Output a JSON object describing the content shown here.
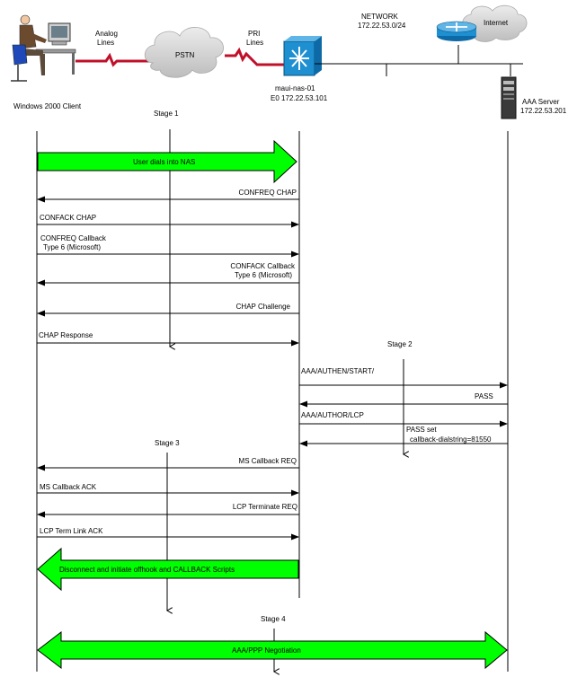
{
  "topology": {
    "client_label": "Windows 2000 Client",
    "analog_lines": [
      "Analog",
      "Lines"
    ],
    "pstn_label": "PSTN",
    "pri_lines": [
      "PRI",
      "Lines"
    ],
    "nas_name": "maui-nas-01",
    "nas_ip": "E0 172.22.53.101",
    "network_title": "NETWORK",
    "network_subnet": "172.22.53.0/24",
    "internet_label": "Internet",
    "aaa_title": "AAA Server",
    "aaa_ip": "172.22.53.201"
  },
  "stages": {
    "stage1": "Stage 1",
    "stage2": "Stage 2",
    "stage3": "Stage 3",
    "stage4": "Stage 4"
  },
  "messages": {
    "user_dials": "User dials into NAS",
    "confreq_chap": "CONFREQ CHAP",
    "confack_chap": "CONFACK  CHAP",
    "confreq_cb_1": "CONFREQ Callback",
    "confreq_cb_2": "Type 6 (Microsoft)",
    "confack_cb_1": "CONFACK  Callback",
    "confack_cb_2": "Type 6 (Microsoft)",
    "chap_challenge": "CHAP Challenge",
    "chap_response": "CHAP Response",
    "authen_start": "AAA/AUTHEN/START/",
    "pass": "PASS",
    "author_lcp": "AAA/AUTHOR/LCP",
    "pass_set_1": "PASS set",
    "pass_set_2": "callback-dialstring=81550",
    "ms_cb_req": "MS Callback REQ",
    "ms_cb_ack": "MS Callback ACK",
    "lcp_term_req": "LCP Terminate REQ",
    "lcp_term_ack": "LCP Term Link ACK",
    "disconnect": "Disconnect  and initiate offhook and CALLBACK Scripts",
    "aaa_ppp": "AAA/PPP Negotiation"
  },
  "colors": {
    "arrow_fill": "#00ff00",
    "line_red": "#c0102a",
    "cloud": "#d4d4d4",
    "router": "#1e8fd0",
    "nas": "#1e8fd0"
  }
}
